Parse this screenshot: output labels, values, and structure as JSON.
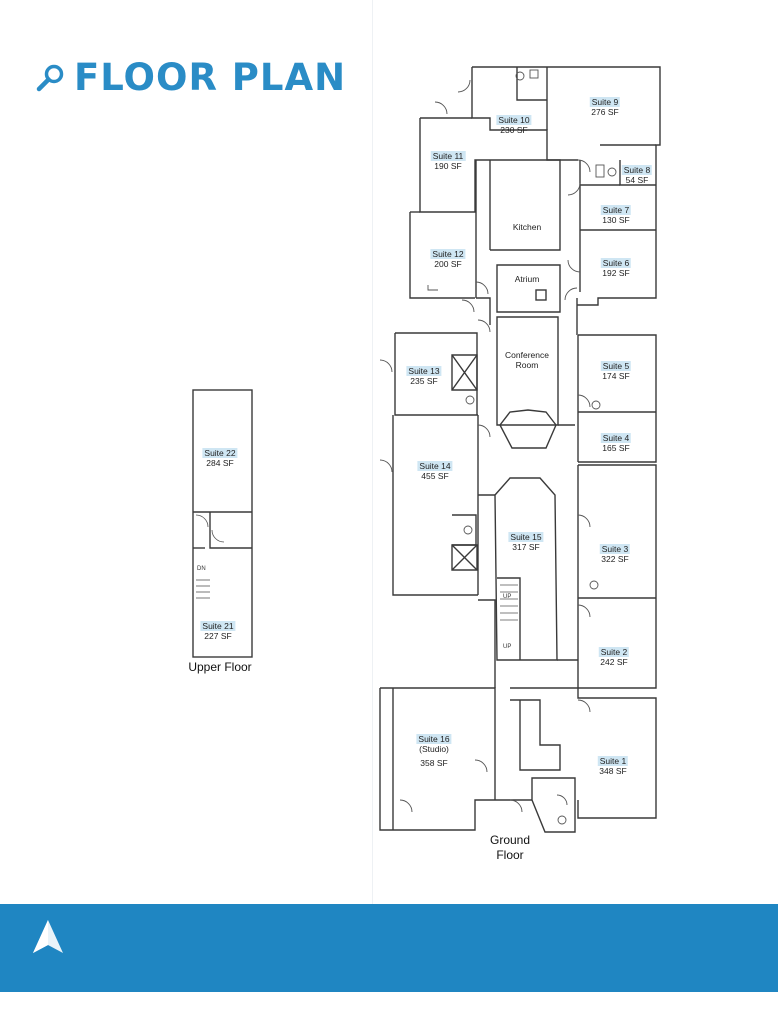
{
  "header": {
    "title": "FLOOR PLAN",
    "title_color": "#2a8cc6"
  },
  "rooms": [
    {
      "id": "suite-9",
      "name": "Suite 9",
      "area": "276 SF",
      "highlight": true
    },
    {
      "id": "suite-10",
      "name": "Suite 10",
      "area": "230 SF",
      "highlight": true
    },
    {
      "id": "suite-8",
      "name": "Suite 8",
      "area": "54 SF",
      "highlight": true
    },
    {
      "id": "suite-11",
      "name": "Suite 11",
      "area": "190 SF",
      "highlight": true
    },
    {
      "id": "suite-7",
      "name": "Suite 7",
      "area": "130 SF",
      "highlight": true
    },
    {
      "id": "kitchen",
      "name": "Kitchen",
      "area": "",
      "highlight": false
    },
    {
      "id": "suite-12",
      "name": "Suite 12",
      "area": "200 SF",
      "highlight": true
    },
    {
      "id": "suite-6",
      "name": "Suite 6",
      "area": "192 SF",
      "highlight": true
    },
    {
      "id": "atrium",
      "name": "Atrium",
      "area": "",
      "highlight": false
    },
    {
      "id": "conference-room",
      "name": "Conference",
      "area": "Room",
      "highlight": false
    },
    {
      "id": "suite-13",
      "name": "Suite 13",
      "area": "235 SF",
      "highlight": true
    },
    {
      "id": "suite-5",
      "name": "Suite 5",
      "area": "174 SF",
      "highlight": true
    },
    {
      "id": "suite-4",
      "name": "Suite 4",
      "area": "165 SF",
      "highlight": true
    },
    {
      "id": "suite-14",
      "name": "Suite 14",
      "area": "455 SF",
      "highlight": true
    },
    {
      "id": "suite-15",
      "name": "Suite 15",
      "area": "317 SF",
      "highlight": true
    },
    {
      "id": "suite-3",
      "name": "Suite 3",
      "area": "322 SF",
      "highlight": true
    },
    {
      "id": "suite-2",
      "name": "Suite 2",
      "area": "242 SF",
      "highlight": true
    },
    {
      "id": "suite-16",
      "name": "Suite 16",
      "sub": "(Studio)",
      "area": "358 SF",
      "highlight": true
    },
    {
      "id": "suite-1",
      "name": "Suite 1",
      "area": "348 SF",
      "highlight": true
    },
    {
      "id": "suite-22",
      "name": "Suite 22",
      "area": "284 SF",
      "highlight": true
    },
    {
      "id": "suite-21",
      "name": "Suite 21",
      "area": "227 SF",
      "highlight": true
    }
  ],
  "stair_labels": {
    "up_1": "UP",
    "up_2": "UP",
    "dn": "DN"
  },
  "floors": {
    "upper": "Upper Floor",
    "ground_1": "Ground",
    "ground_2": "Floor"
  },
  "colors": {
    "wall": "#3a3a3a",
    "highlight": "#cfe6f3",
    "footer": "#1f86c2"
  },
  "icons": {
    "title": "magnifier-icon",
    "footer": "arrow-up-logo-icon"
  }
}
